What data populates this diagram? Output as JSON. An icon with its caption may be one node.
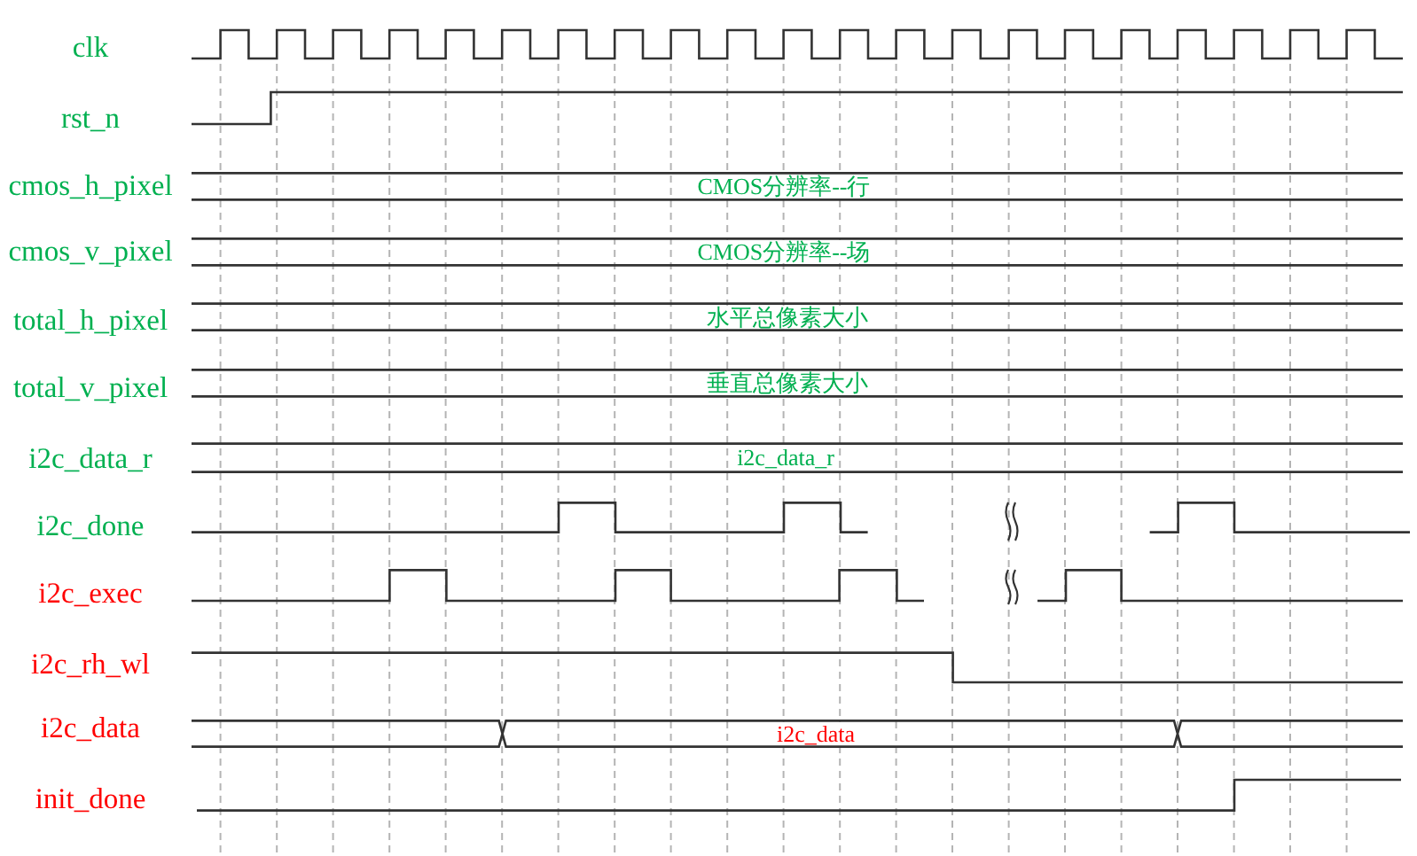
{
  "diagram": {
    "labels": [
      "clk",
      "rst_n",
      "cmos_h_pixel",
      "CMOS分辨率--行",
      "cmos_v_pixel",
      "CMOS分辨率--场",
      "total_h_pixel",
      "水平总像素大小",
      "total_v_pixel",
      "垂直总像素大小",
      "i2c_data_r",
      "i2c_data_r",
      "i2c_done",
      "i2c_exec",
      "i2c_rh_wl",
      "i2c_data",
      "i2c_data",
      "init_done"
    ]
  }
}
